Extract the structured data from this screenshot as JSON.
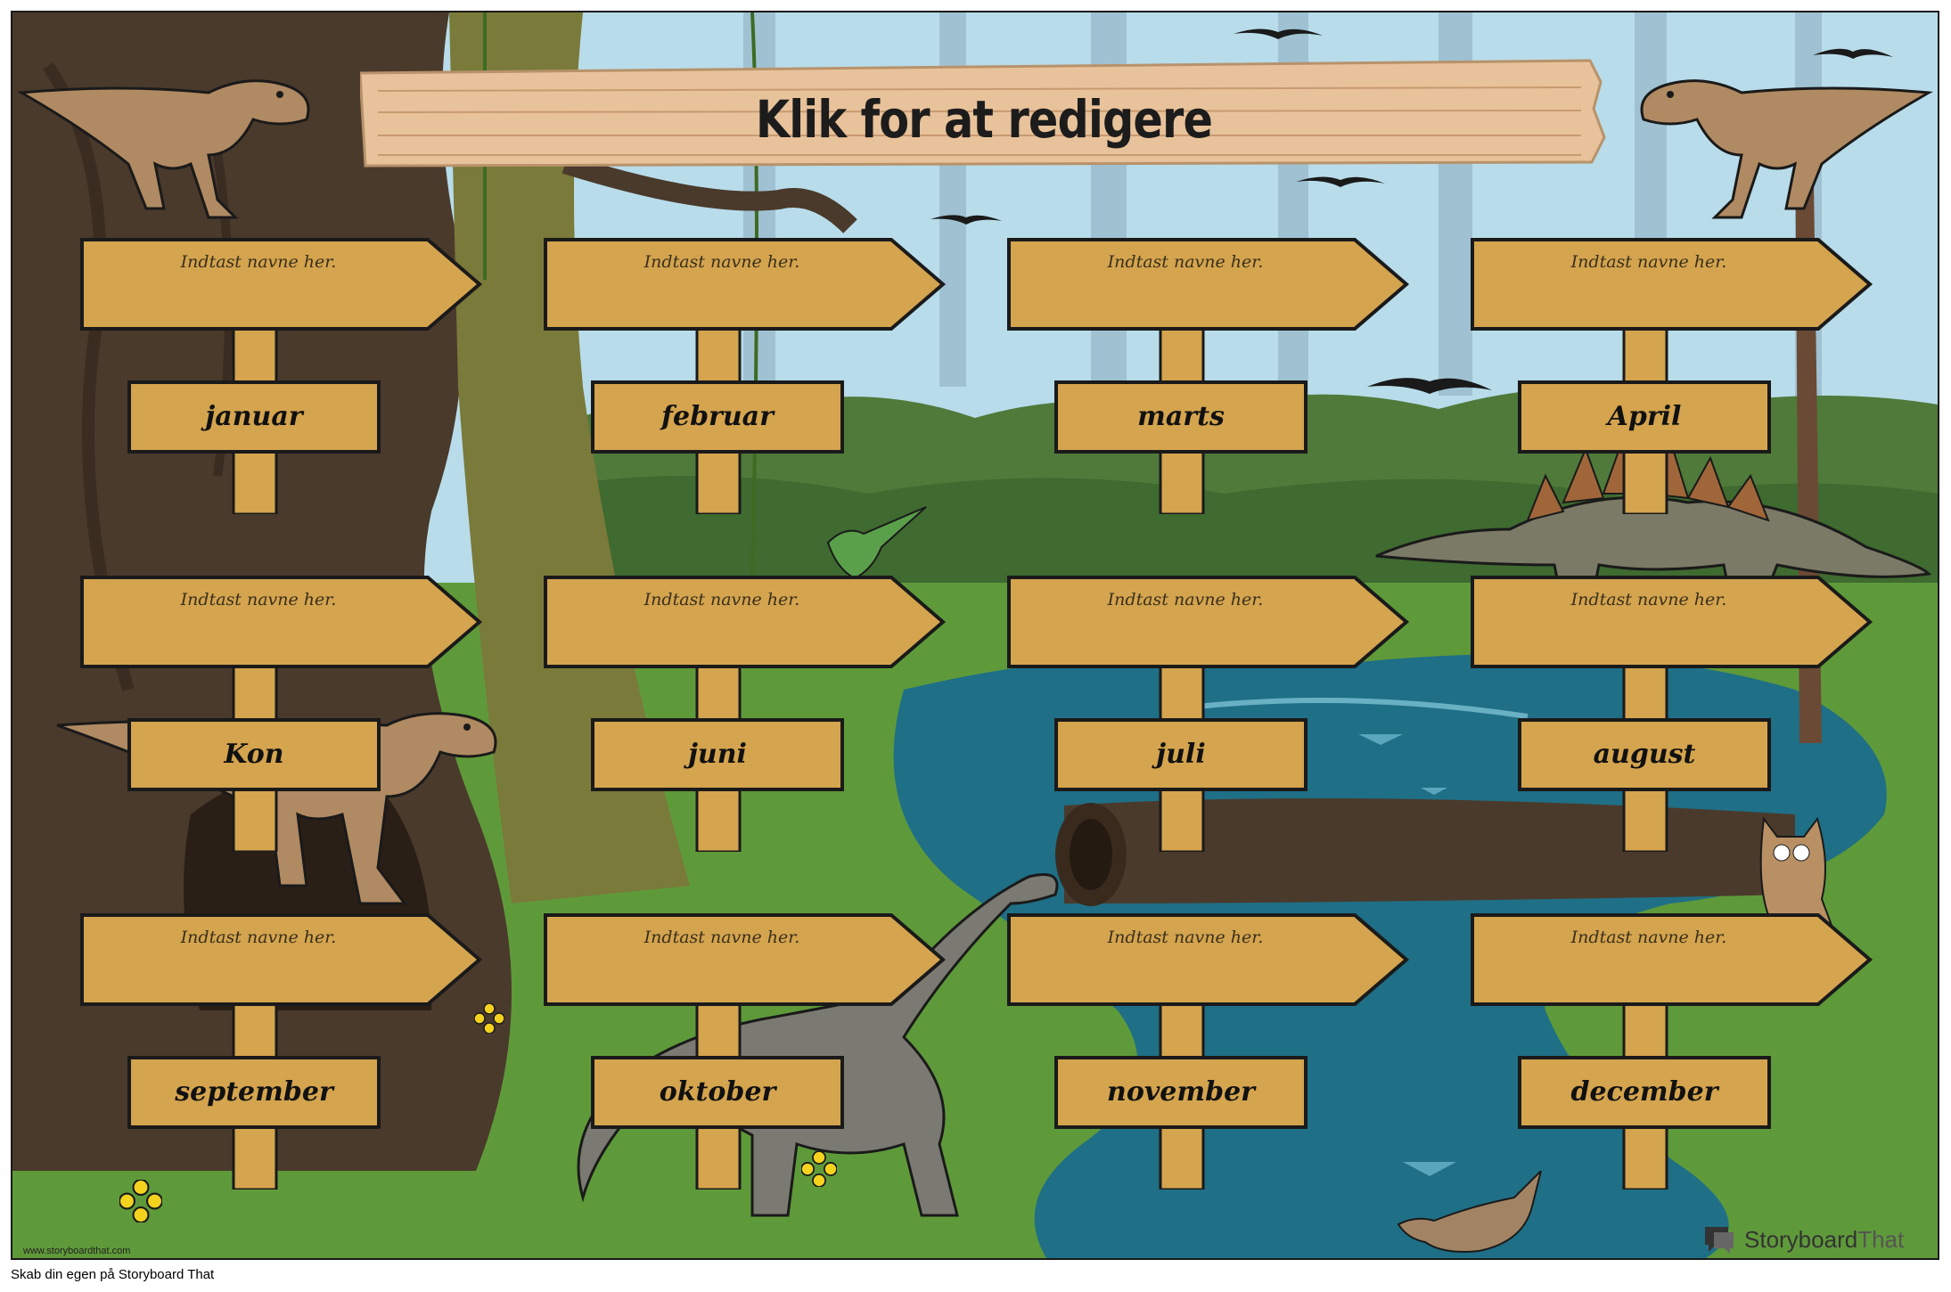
{
  "title": "Klik for at redigere",
  "placeholder_note": "Indtast navne her.",
  "months": [
    "januar",
    "februar",
    "marts",
    "April",
    "Kon",
    "juni",
    "juli",
    "august",
    "september",
    "oktober",
    "november",
    "december"
  ],
  "watermark": "www.storyboardthat.com",
  "brand": {
    "name": "Storyboard",
    "suffix": "That"
  },
  "footer": "Skab din egen på Storyboard That",
  "colors": {
    "sky": "#b8dcea",
    "grass": "#5f9a3a",
    "water": "#1f6f86",
    "wood": "#d4a44e",
    "trunk": "#4a3a2c"
  },
  "icons": [
    "t-rex-icon",
    "stegosaurus-icon",
    "brachiosaurus-icon",
    "hummingbird-icon",
    "owl-icon",
    "duck-icon",
    "pterosaur-icon",
    "flower-icon",
    "storyboardthat-logo-icon"
  ]
}
